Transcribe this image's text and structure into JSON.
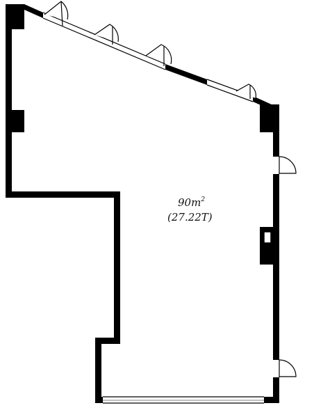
{
  "floor_plan": {
    "area_value": "90m",
    "area_unit_superscript": "2",
    "area_secondary": "(27.22T)"
  },
  "colors": {
    "wall": "#000000",
    "background": "#ffffff",
    "door_line": "#000000"
  },
  "icons": [
    "swing-door-icon",
    "window-icon",
    "column-icon"
  ]
}
